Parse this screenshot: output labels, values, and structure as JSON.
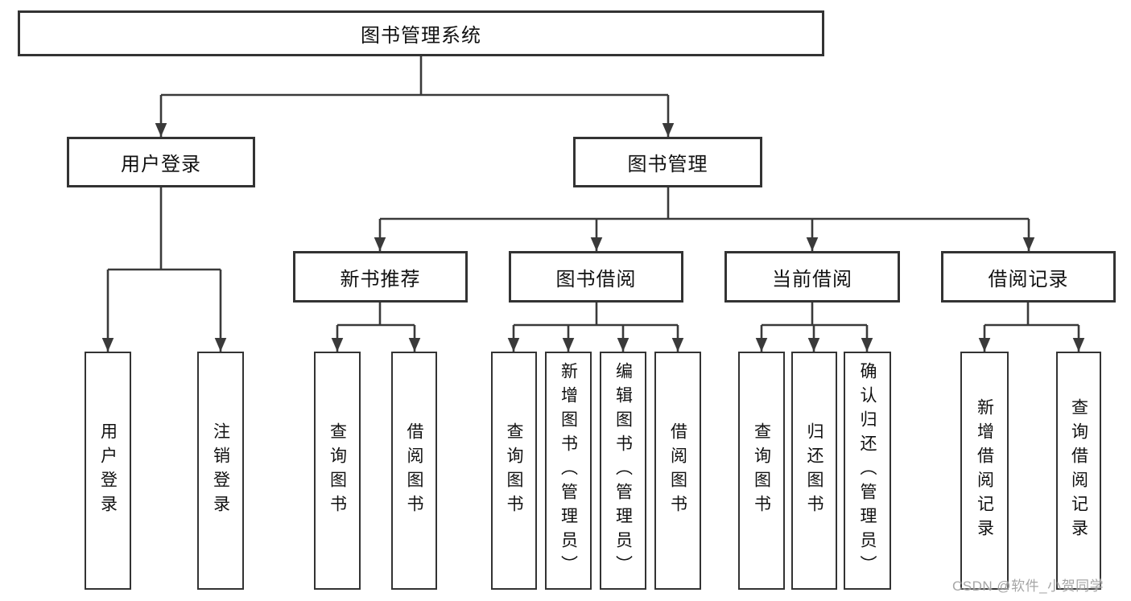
{
  "diagram": {
    "root": {
      "label": "图书管理系统"
    },
    "level2": {
      "user_login": {
        "label": "用户登录"
      },
      "book_management": {
        "label": "图书管理"
      }
    },
    "level3": {
      "new_book_recommend": {
        "label": "新书推荐"
      },
      "book_borrowing": {
        "label": "图书借阅"
      },
      "current_borrowing": {
        "label": "当前借阅"
      },
      "borrowing_records": {
        "label": "借阅记录"
      }
    },
    "leaves": {
      "user_login": [
        "用户登录",
        "注销登录"
      ],
      "new_book_recommend": [
        "查询图书",
        "借阅图书"
      ],
      "book_borrowing": [
        "查询图书",
        "新增图书（管理员）",
        "编辑图书（管理员）",
        "借阅图书"
      ],
      "current_borrowing": [
        "查询图书",
        "归还图书",
        "确认归还（管理员）"
      ],
      "borrowing_records": [
        "新增借阅记录",
        "查询借阅记录"
      ]
    },
    "colors": {
      "line": "#3a3a3a",
      "box_border": "#333333",
      "text": "#111111",
      "background": "#ffffff",
      "watermark": "#969696"
    }
  },
  "watermark": {
    "text": "CSDN @软件_小贺同学"
  }
}
